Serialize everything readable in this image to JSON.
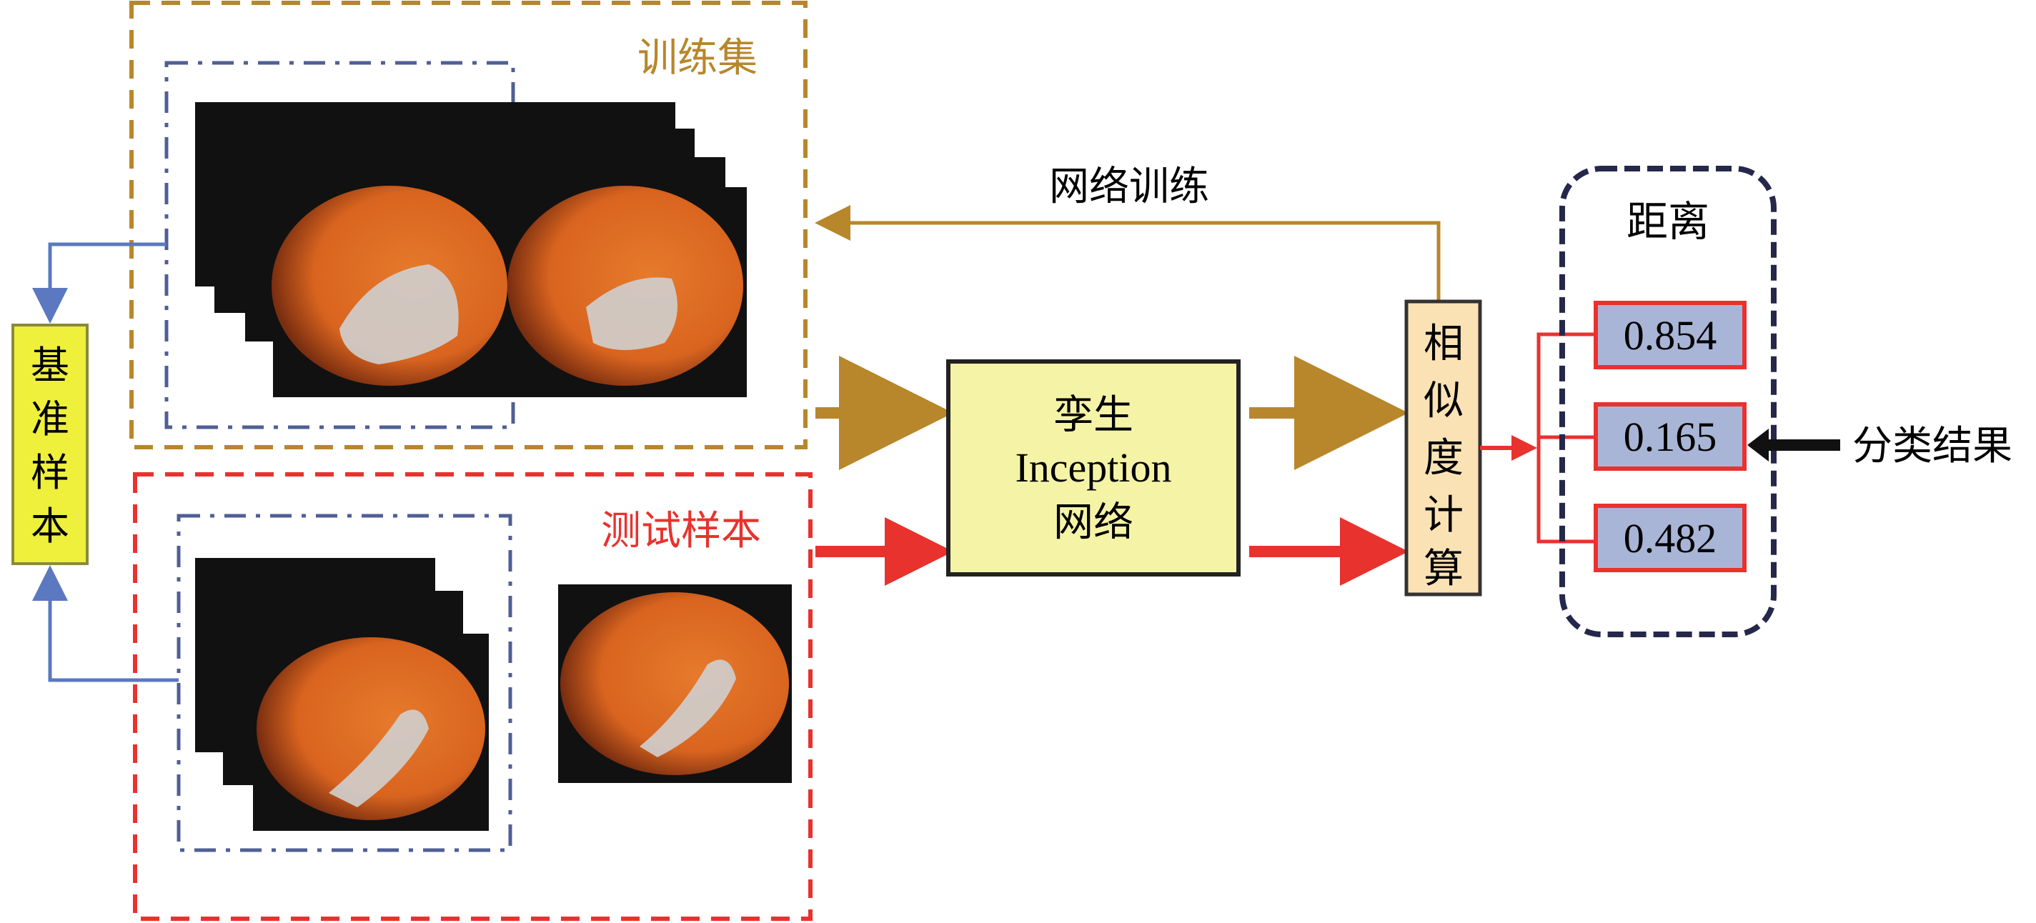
{
  "labels": {
    "training_set": "训练集",
    "test_sample": "测试样本",
    "reference_sample": [
      "基",
      "准",
      "样",
      "本"
    ],
    "network_training": "网络训练",
    "siamese_line1": "孪生",
    "siamese_line2": "Inception",
    "siamese_line3": "网络",
    "similarity": [
      "相",
      "似",
      "度",
      "计",
      "算"
    ],
    "distance": "距离",
    "classification_result": "分类结果"
  },
  "distances": [
    "0.854",
    "0.165",
    "0.482"
  ],
  "colors": {
    "gold": "#b8862b",
    "red": "#e8322e",
    "blue": "#5b78c0",
    "navy": "#25284a",
    "yellow": "#eef03c",
    "siamese_fill": "#f5f3a6",
    "similarity_fill": "#fbe2b5",
    "value_fill": "#a9b5d6"
  }
}
